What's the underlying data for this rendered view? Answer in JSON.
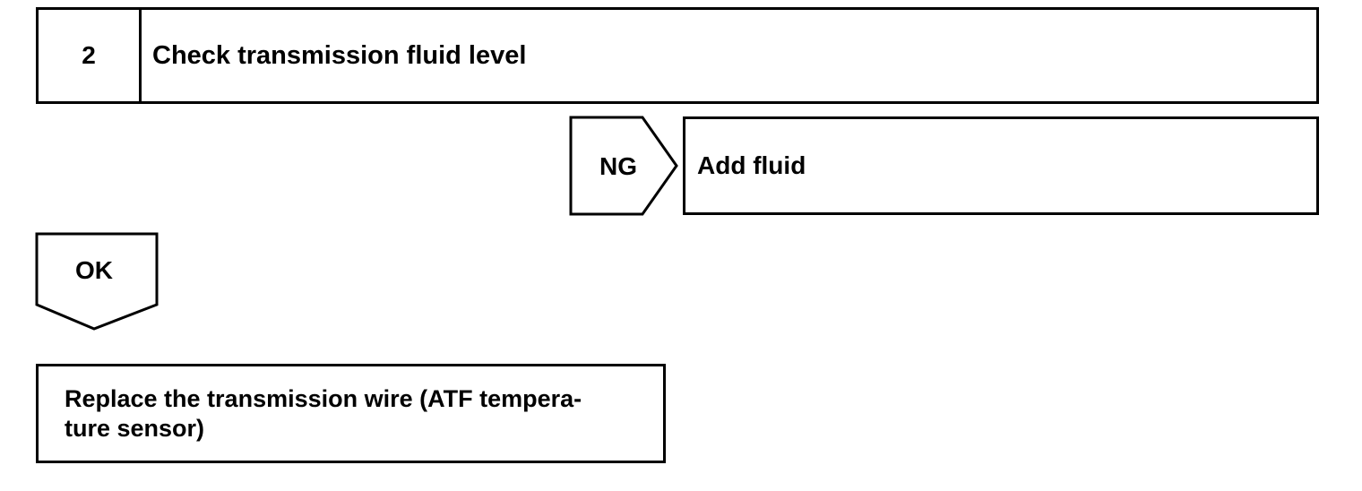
{
  "step": {
    "number": "2",
    "title": "Check transmission fluid level"
  },
  "ng_branch": {
    "label": "NG",
    "action": "Add fluid"
  },
  "ok_branch": {
    "label": "OK",
    "action_line1": "Replace the transmission wire (ATF tempera-",
    "action_line2": "ture sensor)"
  }
}
